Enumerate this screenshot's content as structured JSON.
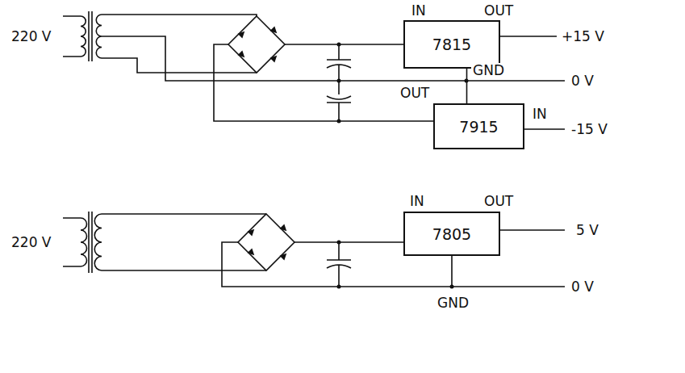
{
  "diagram": {
    "nodes": [
      {
        "text": [
          "7815"
        ]
      },
      {
        "text": [
          "7915"
        ]
      },
      {
        "text": [
          "7805"
        ]
      }
    ],
    "edges": [
      {
        "from": 0,
        "to": 1,
        "arrow": "none"
      }
    ],
    "labels": [
      "220 V",
      "IN",
      "OUT",
      "+15 V",
      "0 V",
      "GND",
      "OUT",
      "IN",
      "-15 V",
      "220 V",
      "IN",
      "OUT",
      "5 V",
      "0 V",
      "GND"
    ]
  }
}
